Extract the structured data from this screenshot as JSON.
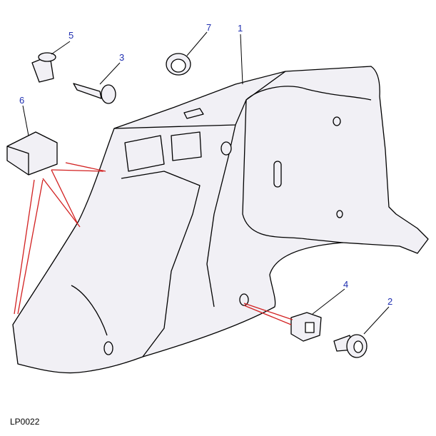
{
  "callouts": {
    "p1": "1",
    "p2": "2",
    "p3": "3",
    "p4": "4",
    "p5": "5",
    "p6": "6",
    "p7": "7"
  },
  "diagram_code": "LP0022",
  "colors": {
    "callout": "#1f2fb0",
    "leader_red": "#d22020",
    "panel_fill": "#f1f0f5"
  }
}
